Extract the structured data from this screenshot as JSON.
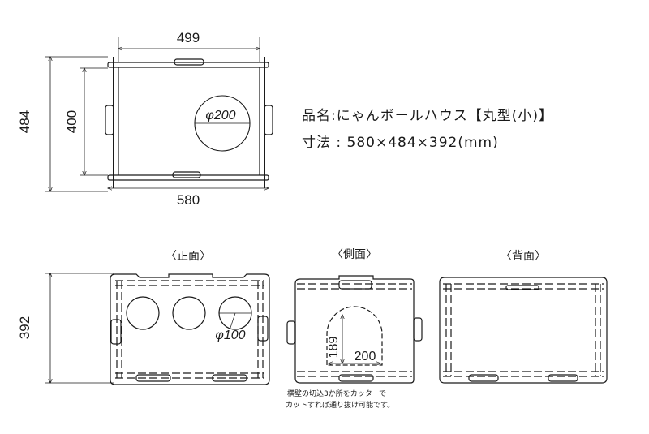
{
  "product": {
    "name_line": "品名:にゃんボールハウス【丸型(小)】",
    "size_line": "寸法 : 580×484×392(mm)"
  },
  "top_view": {
    "dim_top": "499",
    "dim_bottom": "580",
    "dim_left_outer": "484",
    "dim_left_inner": "400",
    "hole_label": "φ200"
  },
  "front_view": {
    "label": "〈正面〉",
    "dim_height": "392",
    "hole_label": "φ100"
  },
  "side_view": {
    "label": "〈側面〉",
    "door_height": "189",
    "door_width": "200",
    "note_line1": "横壁の切込3か所をカッターで",
    "note_line2": "カットすれば通り抜け可能です。"
  },
  "back_view": {
    "label": "〈背面〉"
  },
  "colors": {
    "ink": "#1a1a1a",
    "paper": "#ffffff"
  }
}
